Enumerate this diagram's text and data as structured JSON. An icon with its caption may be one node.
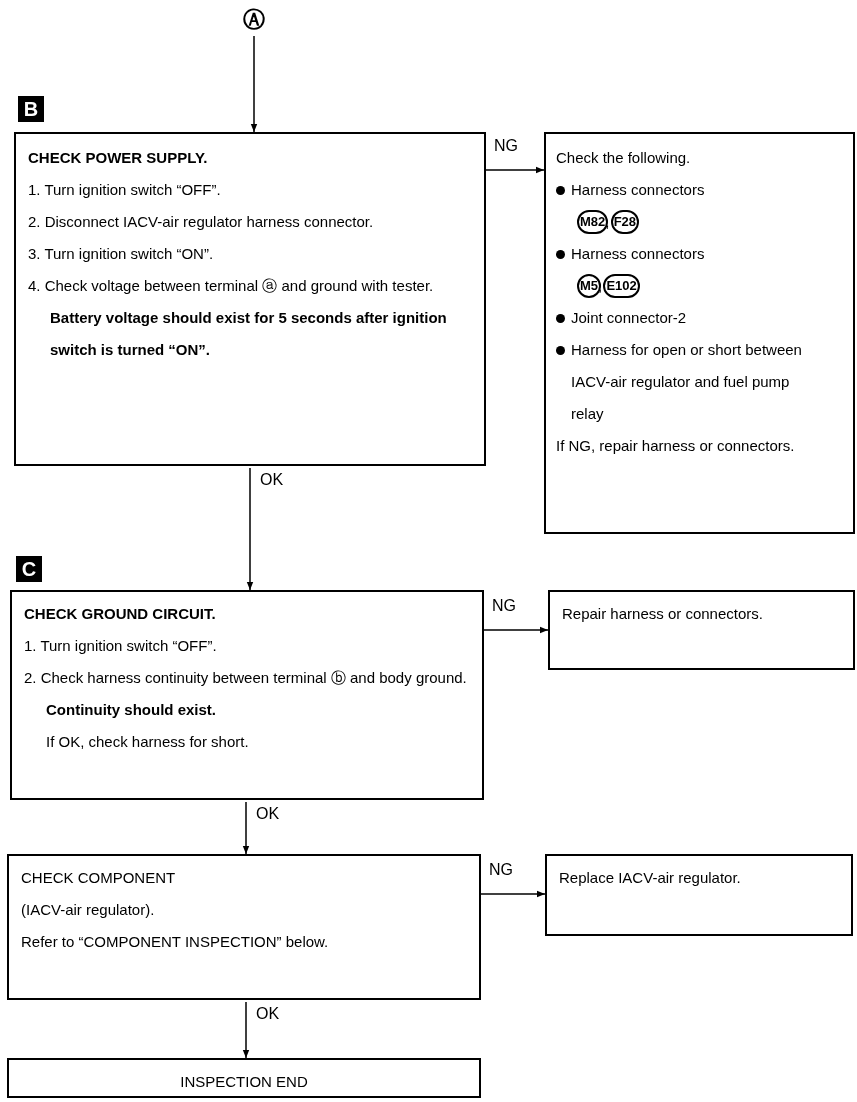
{
  "diagram": {
    "nodes": [
      {
        "text": [
          "Ⓐ"
        ]
      },
      {
        "text": [
          "CHECK POWER SUPPLY.",
          "1. Turn ignition switch “OFF”.",
          "2. Disconnect IACV-air regulator harness connector.",
          "3. Turn ignition switch “ON”.",
          "4. Check voltage between terminal ⓐ and ground with tester.",
          "Battery voltage should exist for 5 seconds after ignition switch is turned “ON”."
        ],
        "beside": [
          "B"
        ]
      },
      {
        "text": [
          "Check the following.",
          "Harness connectors",
          "M82, F28",
          "Harness connectors",
          "M5, E102",
          "Joint connector-2",
          "Harness for open or short between IACV-air regulator and fuel pump relay",
          "If NG, repair harness or connectors."
        ]
      },
      {
        "text": [
          "CHECK GROUND CIRCUIT.",
          "1. Turn ignition switch “OFF”.",
          "2. Check harness continuity between terminal ⓑ and body ground.",
          "Continuity should exist.",
          "If OK, check harness for short."
        ],
        "beside": [
          "C"
        ]
      },
      {
        "text": [
          "Repair harness or connectors."
        ]
      },
      {
        "text": [
          "CHECK COMPONENT",
          "(IACV-air regulator).",
          "Refer to “COMPONENT INSPECTION” below."
        ]
      },
      {
        "text": [
          "Replace IACV-air regulator."
        ]
      },
      {
        "text": [
          "INSPECTION END"
        ]
      }
    ],
    "edges": [
      {
        "from": 0,
        "to": 1,
        "arrow": "to"
      },
      {
        "from": 1,
        "to": 2,
        "arrow": "to",
        "label": "NG"
      },
      {
        "from": 1,
        "to": 3,
        "arrow": "to",
        "label": "OK"
      },
      {
        "from": 3,
        "to": 4,
        "arrow": "to",
        "label": "NG"
      },
      {
        "from": 3,
        "to": 5,
        "arrow": "to",
        "label": "OK"
      },
      {
        "from": 5,
        "to": 6,
        "arrow": "to",
        "label": "NG"
      },
      {
        "from": 5,
        "to": 7,
        "arrow": "to",
        "label": "OK"
      }
    ]
  }
}
